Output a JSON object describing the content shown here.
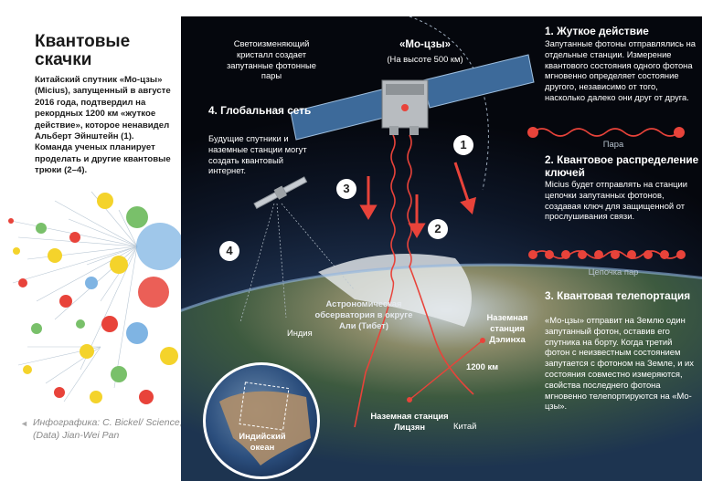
{
  "left": {
    "title": "Квантовые скачки",
    "intro": "Китайский спутник «Мо-цзы» (Micius), запущенный в августе 2016 года, подтвердил на рекордных 1200 км «жуткое действие», которое ненавидел Альберт Эйнштейн (1). Команда ученых планирует проделать и другие квантовые трюки (2–4).",
    "credit": "Инфографика: C. Bickel/ Science; (Data) Jian-Wei Pan"
  },
  "top": {
    "crystal_label": "Светоизменяющий кристалл создает запутанные фотонные пары",
    "satellite_name": "«Мо-цзы»",
    "satellite_altitude": "(На высоте 500 км)"
  },
  "network_section": {
    "title": "4. Глобальная сеть",
    "text": "Будущие спутники и наземные станции могут создать квантовый интернет."
  },
  "section1": {
    "title": "1. Жуткое действие",
    "text": "Запутанные фотоны отправлялись на отдельные станции. Измерение квантового состояния одного фотона мгновенно определяет состояние другого, независимо от того, насколько далеко они друг от друга.",
    "caption": "Пара"
  },
  "section2": {
    "title": "2. Квантовое распределение ключей",
    "text": "Micius будет отправлять на станции цепочки запутанных фотонов, создавая ключ для защищенной от прослушивания связи.",
    "caption": "Цепочка пар"
  },
  "section3": {
    "title": "3. Квантовая телепортация",
    "text": "«Мо-цзы» отправит на Землю один запутанный фотон, оставив его спутника на борту. Когда третий фотон с неизвестным состоянием запутается с фотоном на Земле, и их состояния совместно измеряются, свойства последнего фотона мгновенно телепортируются на «Мо-цзы»."
  },
  "markers": {
    "one": "1",
    "two": "2",
    "three": "3",
    "four": "4"
  },
  "map": {
    "observatory": "Астрономическая обсерватория в округе Али (Тибет)",
    "india": "Индия",
    "station_delingha": "Наземная станция Дэлинха",
    "distance": "1200 км",
    "station_lijiang": "Наземная станция Лицзян",
    "china": "Китай",
    "ocean": "Индийский океан"
  },
  "colors": {
    "accent": "#e8433a",
    "panel": "#0d1627"
  }
}
